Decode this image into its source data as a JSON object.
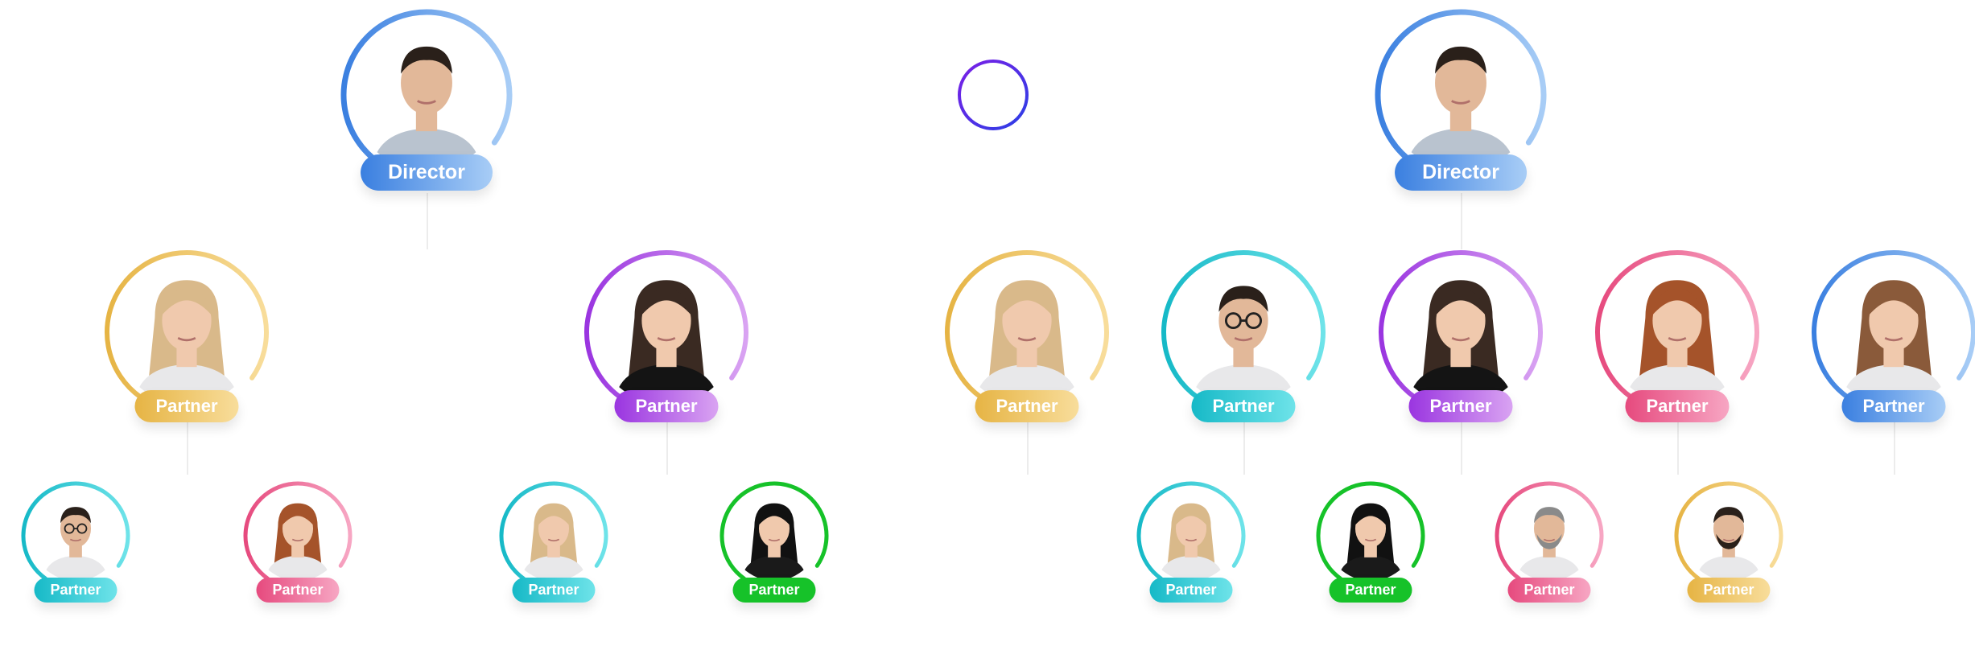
{
  "colors": {
    "blue": [
      "#3a7fe0",
      "#a8cdf6"
    ],
    "gold": [
      "#e6b444",
      "#f8dd9b"
    ],
    "purple": [
      "#9a35e0",
      "#d9a3f2"
    ],
    "teal": [
      "#16b9c7",
      "#6ee3e9"
    ],
    "pink": [
      "#e64a7e",
      "#f7a6c3"
    ],
    "green": [
      "#16c229",
      "#16c229"
    ],
    "plus": [
      "#7b1fe6",
      "#2b3fe6"
    ]
  },
  "left_tree": {
    "director": {
      "label": "Director",
      "color": "blue",
      "person": "man-suit-icon"
    },
    "partners": [
      {
        "label": "Partner",
        "color": "gold",
        "person": "woman-blonde-icon"
      },
      {
        "label": "Partner",
        "color": "purple",
        "person": "woman-turtleneck-icon"
      }
    ],
    "sub_partners": [
      {
        "label": "Partner",
        "color": "teal",
        "person": "man-glasses-icon"
      },
      {
        "label": "Partner",
        "color": "pink",
        "person": "woman-auburn-icon"
      },
      {
        "label": "Partner",
        "color": "teal",
        "person": "woman-curly-blonde-icon"
      },
      {
        "label": "Partner",
        "color": "green",
        "person": "woman-dark-hair-icon"
      }
    ]
  },
  "plus_button": {
    "icon": "plus-icon"
  },
  "right_tree": {
    "director": {
      "label": "Director",
      "color": "blue",
      "person": "man-suit-icon"
    },
    "partners": [
      {
        "label": "Partner",
        "color": "gold",
        "person": "woman-blonde-icon"
      },
      {
        "label": "Partner",
        "color": "teal",
        "person": "man-glasses-icon"
      },
      {
        "label": "Partner",
        "color": "purple",
        "person": "woman-turtleneck-icon"
      },
      {
        "label": "Partner",
        "color": "pink",
        "person": "woman-auburn-icon"
      },
      {
        "label": "Partner",
        "color": "blue",
        "person": "woman-brown-hair-icon"
      }
    ],
    "sub_partners": [
      {
        "label": "Partner",
        "color": "teal",
        "person": "woman-curly-blonde-icon"
      },
      {
        "label": "Partner",
        "color": "green",
        "person": "woman-dark-hair-icon"
      },
      {
        "label": "Partner",
        "color": "pink",
        "person": "man-gray-beard-icon"
      },
      {
        "label": "Partner",
        "color": "gold",
        "person": "man-beard-icon"
      }
    ]
  }
}
